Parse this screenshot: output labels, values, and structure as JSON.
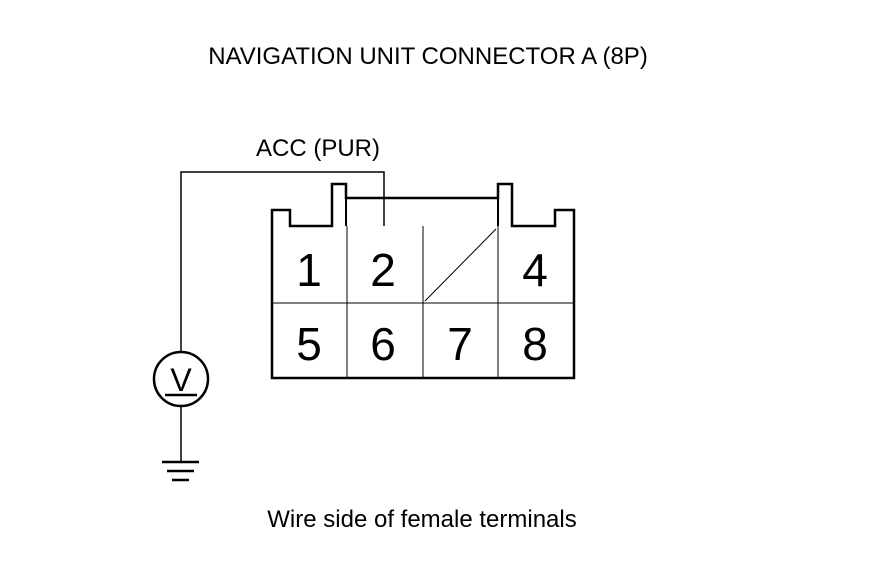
{
  "title": "NAVIGATION UNIT CONNECTOR A (8P)",
  "wire_label": "ACC (PUR)",
  "caption": "Wire side of female terminals",
  "terminals": {
    "t1": "1",
    "t2": "2",
    "t3": "",
    "t4": "4",
    "t5": "5",
    "t6": "6",
    "t7": "7",
    "t8": "8"
  },
  "meter": {
    "symbol": "V",
    "icon": "voltmeter-icon"
  },
  "ground": {
    "icon": "ground-icon"
  },
  "colors": {
    "line": "#000000",
    "background": "#ffffff"
  }
}
